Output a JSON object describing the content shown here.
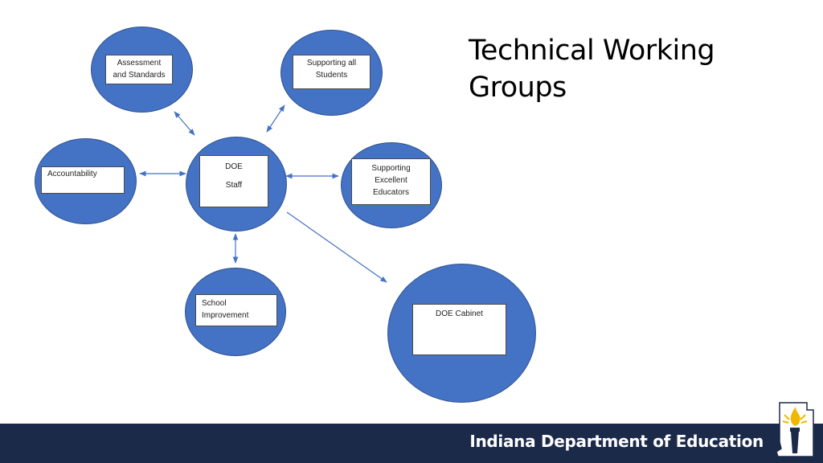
{
  "title": {
    "line1": "Technical Working",
    "line2": "Groups"
  },
  "nodes": {
    "assessment": {
      "line1": "Assessment",
      "line2": "and Standards"
    },
    "supporting_students": {
      "line1": "Supporting all",
      "line2": "Students"
    },
    "accountability": {
      "line1": "Accountability"
    },
    "doe_staff": {
      "line1": "DOE",
      "line2": "Staff"
    },
    "supporting_educators": {
      "line1": "Supporting",
      "line2": "Excellent",
      "line3": "Educators"
    },
    "school_improvement": {
      "line1": "School",
      "line2": "Improvement"
    },
    "doe_cabinet": {
      "line1": "DOE Cabinet"
    }
  },
  "footer": {
    "organization": "Indiana Department of Education"
  },
  "colors": {
    "node_fill": "#4472c4",
    "arrow": "#4472c4",
    "footer_bg": "#1c2a4a",
    "logo_gold": "#f2b705"
  }
}
